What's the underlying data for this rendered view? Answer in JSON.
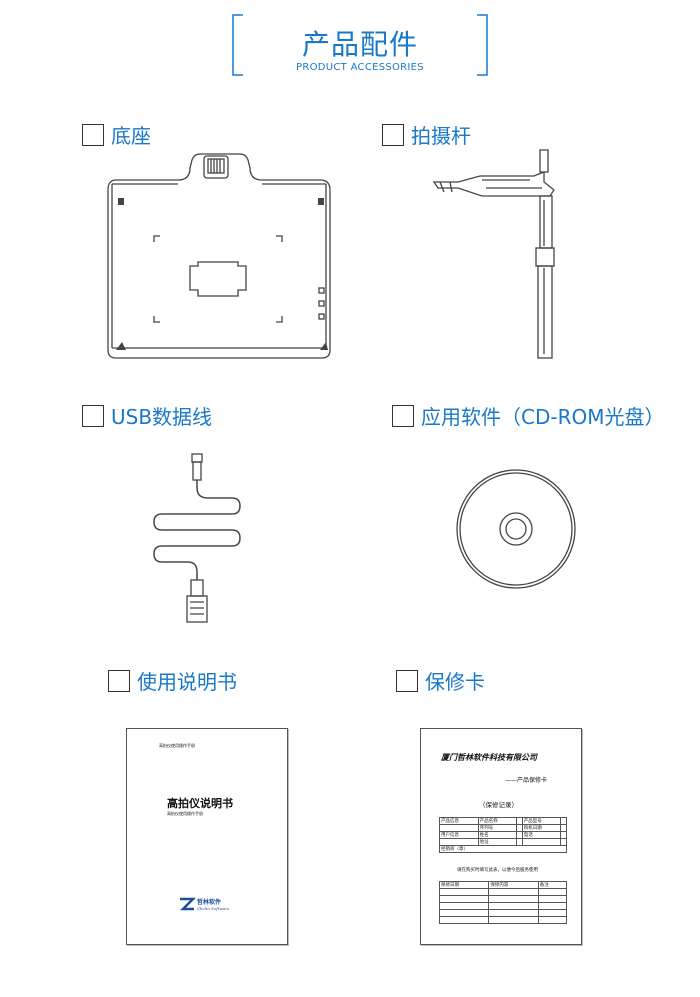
{
  "header": {
    "title": "产品配件",
    "subtitle": "PRODUCT ACCESSORIES"
  },
  "items": [
    {
      "label": "底座"
    },
    {
      "label": "拍摄杆"
    },
    {
      "label": "USB数据线"
    },
    {
      "label": "应用软件（CD-ROM光盘）"
    },
    {
      "label": "使用说明书"
    },
    {
      "label": "保修卡"
    }
  ],
  "manual": {
    "top_note": "高拍仪使用操作手册",
    "title": "高拍仪说明书",
    "subtitle": "高拍仪使用操作手册",
    "brand": "哲林软件",
    "brand_en": "Zhelin Software"
  },
  "warranty": {
    "company": "厦门哲林软件科技有限公司",
    "card_title": "——产品保修卡",
    "record": "（保修记录）",
    "product_rows": [
      [
        "产品信息",
        "产品名称",
        "",
        "产品型号",
        ""
      ],
      [
        "",
        "序列号",
        "",
        "购机日期",
        ""
      ],
      [
        "用户信息",
        "姓名",
        "",
        "电话",
        ""
      ],
      [
        "",
        "地址",
        "",
        "",
        ""
      ],
      [
        "经销商（章）",
        "",
        "",
        "",
        ""
      ]
    ],
    "note": "请在购买时填写此表，以便今后服务使用",
    "record_headers": [
      "保修日期",
      "保修内容",
      "备注"
    ]
  },
  "colors": {
    "accent": "#1a78c9",
    "line": "#444444"
  }
}
